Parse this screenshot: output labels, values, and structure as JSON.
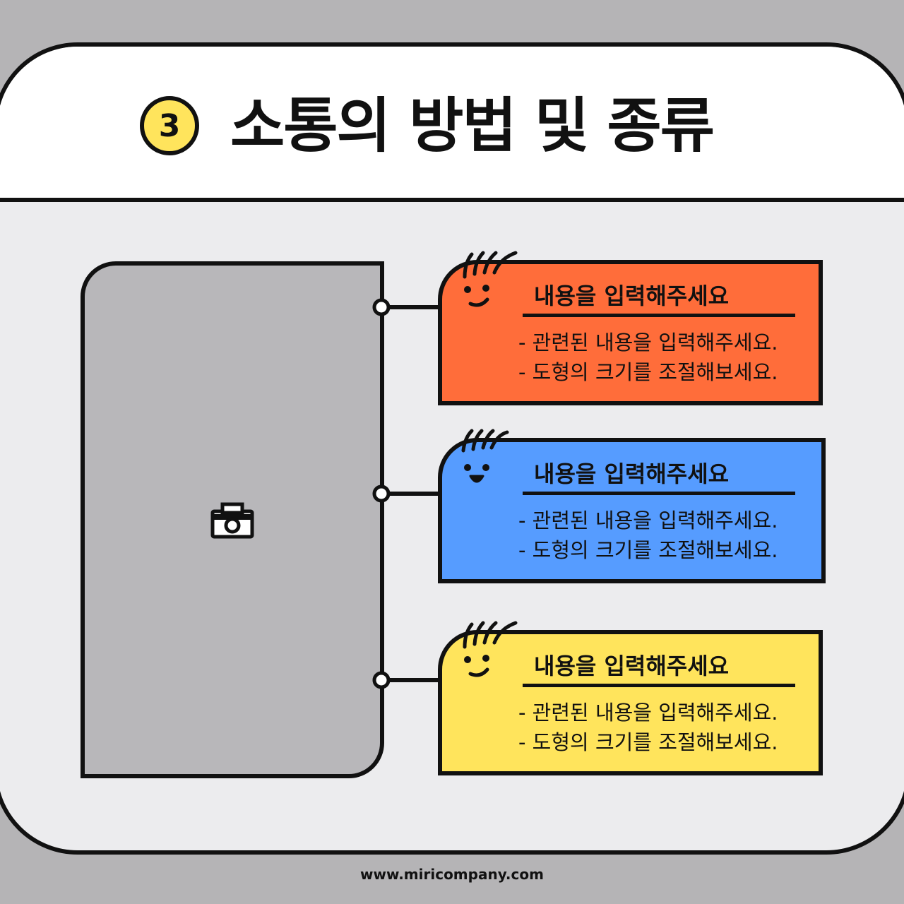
{
  "header": {
    "number": "3",
    "title": "소통의 방법 및 종류"
  },
  "photo_placeholder": {
    "icon": "camera-icon"
  },
  "items": [
    {
      "title": "내용을 입력해주세요",
      "lines": [
        "- 관련된 내용을 입력해주세요.",
        "- 도형의 크기를 조절해보세요."
      ],
      "color": "#ff6d3a",
      "face": "smile"
    },
    {
      "title": "내용을 입력해주세요",
      "lines": [
        "- 관련된 내용을 입력해주세요.",
        "- 도형의 크기를 조절해보세요."
      ],
      "color": "#569cff",
      "face": "grin"
    },
    {
      "title": "내용을 입력해주세요",
      "lines": [
        "- 관련된 내용을 입력해주세요.",
        "- 도형의 크기를 조절해보세요."
      ],
      "color": "#ffe45c",
      "face": "smile"
    }
  ],
  "footer": {
    "url": "www.miricompany.com"
  },
  "colors": {
    "outline": "#111111",
    "badge": "#ffe45c",
    "photo": "#b8b7ba",
    "background": "#ececee"
  }
}
